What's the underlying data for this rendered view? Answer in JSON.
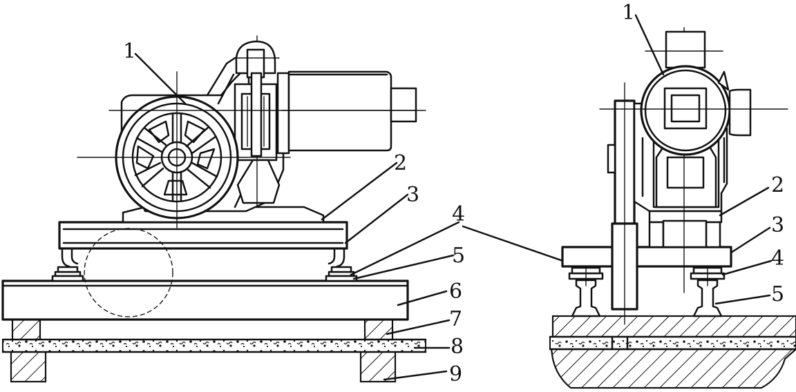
{
  "left_view": {
    "callouts": [
      "1",
      "2",
      "3",
      "4",
      "5",
      "6",
      "7",
      "8",
      "9"
    ]
  },
  "right_view": {
    "callouts": [
      "1",
      "2",
      "3",
      "4",
      "5"
    ]
  },
  "colors": {
    "ink": "#111111",
    "background": "#ffffff"
  }
}
